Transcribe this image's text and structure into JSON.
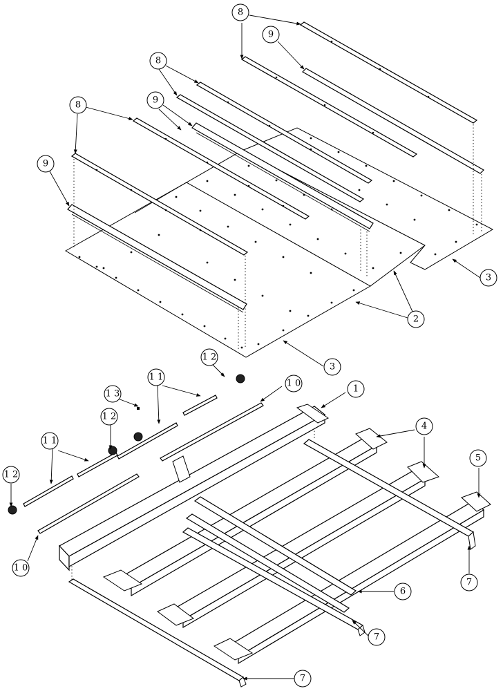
{
  "callouts": {
    "c8a": "8",
    "c9a": "9",
    "c8b": "8",
    "c9b": "9",
    "c8c": "8",
    "c9c": "9",
    "c3a": "3",
    "c2": "2",
    "c3b": "3",
    "c12a": "1 2",
    "c11a": "1 1",
    "c10a": "1 0",
    "c1": "1",
    "c13": "1 3",
    "c12b": "1 2",
    "c11b": "1 1",
    "c12c": "1 2",
    "c4": "4",
    "c5": "5",
    "c10b": "1 0",
    "c6": "6",
    "c7a": "7",
    "c7b": "7",
    "c7c": "7"
  }
}
